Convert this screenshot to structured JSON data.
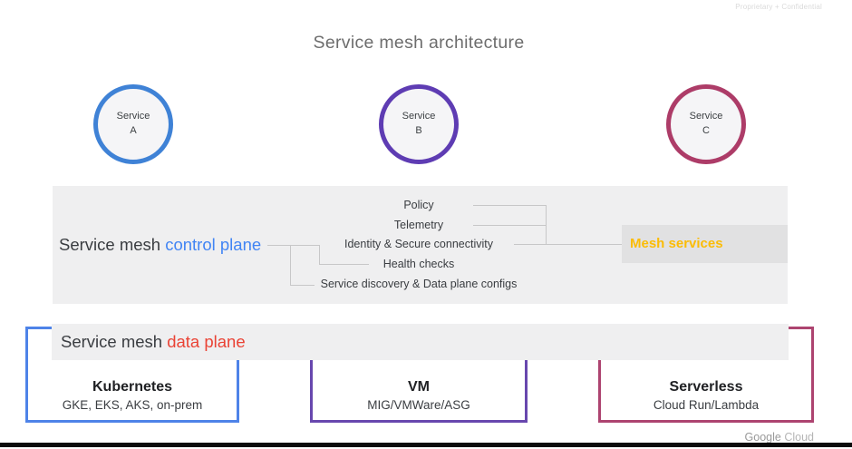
{
  "watermark": "Proprietary + Confidential",
  "title": "Service mesh architecture",
  "services": [
    {
      "name": "Service",
      "id": "A",
      "color": "#3f82d6"
    },
    {
      "name": "Service",
      "id": "B",
      "color": "#5e3cb3"
    },
    {
      "name": "Service",
      "id": "C",
      "color": "#ad3c68"
    }
  ],
  "control_plane": {
    "label_prefix": "Service mesh ",
    "label_accent": "control plane",
    "accent_color": "#4285f4",
    "functions": [
      "Policy",
      "Telemetry",
      "Identity & Secure connectivity",
      "Health checks",
      "Service discovery & Data plane configs"
    ],
    "mesh_services": {
      "label": "Mesh services",
      "color": "#fbbc05"
    }
  },
  "data_plane": {
    "label_prefix": "Service mesh ",
    "label_accent": "data plane",
    "accent_color": "#ea4335"
  },
  "platforms": [
    {
      "name": "Kubernetes",
      "detail": "GKE, EKS, AKS, on-prem",
      "color": "#4e83e8"
    },
    {
      "name": "VM",
      "detail": "MIG/VMWare/ASG",
      "color": "#6847ae"
    },
    {
      "name": "Serverless",
      "detail": "Cloud Run/Lambda",
      "color": "#ad4470"
    }
  ],
  "footer": {
    "google": "Google",
    "cloud": " Cloud"
  }
}
